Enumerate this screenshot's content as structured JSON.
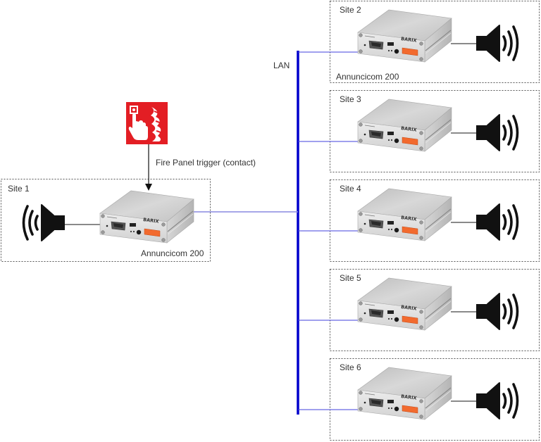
{
  "diagram": {
    "lan_label": "LAN",
    "fire_panel": {
      "icon": "fire-alarm-call-point-icon",
      "label": "Fire Panel trigger (contact)",
      "color": "#e31e24"
    },
    "device_brand": "BARIX",
    "colors": {
      "lan": "#0000cc",
      "terminal_block": "#f26a2e",
      "device_body": "#c8c8c8"
    },
    "sites": [
      {
        "name": "Site 1",
        "device_label": "Annuncicom 200",
        "speaker_icon": "speaker-icon",
        "trigger": true
      },
      {
        "name": "Site 2",
        "device_label": "Annuncicom 200",
        "speaker_icon": "speaker-icon"
      },
      {
        "name": "Site 3",
        "device_label": "",
        "speaker_icon": "speaker-icon"
      },
      {
        "name": "Site 4",
        "device_label": "",
        "speaker_icon": "speaker-icon"
      },
      {
        "name": "Site 5",
        "device_label": "",
        "speaker_icon": "speaker-icon"
      },
      {
        "name": "Site 6",
        "device_label": "",
        "speaker_icon": "speaker-icon"
      }
    ]
  }
}
